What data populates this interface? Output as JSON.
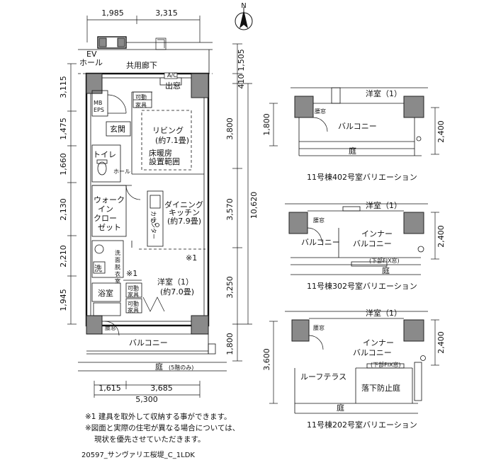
{
  "compass": {
    "label": "N"
  },
  "top_dims": [
    "1,985",
    "3,315"
  ],
  "right_dims": [
    "1,505",
    "410",
    "3,800",
    "3,570",
    "3,250",
    "1,800"
  ],
  "right_total": "10,620",
  "left_dims": [
    "3,115",
    "1,475",
    "1,660",
    "2,130",
    "2,210",
    "1,945"
  ],
  "bottom_dims": [
    "1,615",
    "3,685"
  ],
  "bottom_total": "5,300",
  "rooms": {
    "ev_hall": [
      "EV",
      "ホール"
    ],
    "corridor": "共用廊下",
    "mbeps": [
      "MB",
      "EPS"
    ],
    "window_top": "出窓",
    "movable_top": [
      "可動",
      "家具"
    ],
    "entrance": "玄関",
    "living": [
      "リビング",
      "(約7.1畳)"
    ],
    "floor_heat": [
      "床暖房",
      "設置範囲"
    ],
    "toilet": "トイレ",
    "hall": "ホール",
    "walkin": [
      "ウォーク",
      "イン",
      "クロー",
      "ゼット"
    ],
    "counter": "カウンター",
    "dining": [
      "ダイニング",
      "キッチン",
      "(約7.9畳)"
    ],
    "wash": "洗",
    "washroom": [
      "洗",
      "面",
      "脱",
      "衣",
      "室"
    ],
    "note_mark_1": "※1",
    "note_mark_2": "※1",
    "bath": "浴室",
    "bedroom": [
      "洋室（1）",
      "(約7.0畳)"
    ],
    "movable_a": [
      "可動",
      "家具"
    ],
    "movable_b": [
      "可動",
      "家具"
    ],
    "window_low": "腰窓",
    "balcony": "バルコニー",
    "garden": "庭",
    "garden_note": "(5階のみ)"
  },
  "variations": [
    {
      "caption": "11号棟402号室バリエーション",
      "room": "洋室（1）",
      "window": "腰窓",
      "balcony": "バルコニー",
      "garden": "庭",
      "dim_left": "1,800",
      "dim_right": "2,400"
    },
    {
      "caption": "11号棟302号室バリエーション",
      "room": "洋室（1）",
      "window": "腰窓",
      "balcony": "バルコニー",
      "inner": [
        "インナー",
        "バルコニー"
      ],
      "fix": "(下部FIX窓)",
      "garden": "庭",
      "dim_right": "2,400"
    },
    {
      "caption": "11号棟202号室バリエーション",
      "room": "洋室（1）",
      "window": "腰窓",
      "inner": [
        "インナー",
        "バルコニー"
      ],
      "fix": "(下部FIX窓)",
      "roof": "ルーフテラス",
      "fall": "落下防止庭",
      "garden": "庭",
      "dim_left": "3,600",
      "dim_right": "2,400"
    }
  ],
  "notes": [
    "※1  建具を取外して収納する事ができます。",
    "※図面と実際の住宅が異なる場合については、",
    "現状を優先させていただきます。"
  ],
  "footer": "20597_サンヴァリエ桜堤_C_1LDK"
}
